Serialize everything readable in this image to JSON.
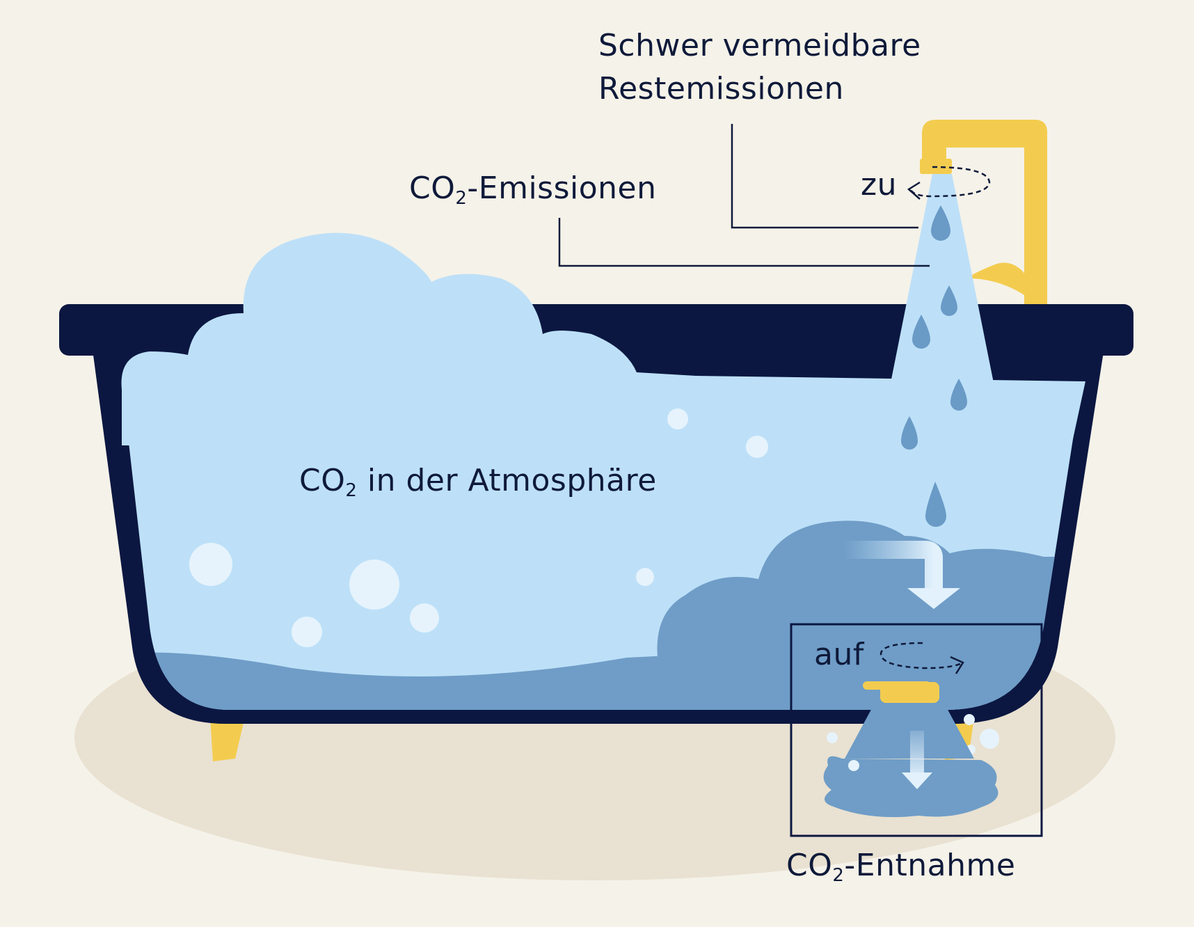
{
  "labels": {
    "restemissionen_line1": "Schwer vermeidbare",
    "restemissionen_line2": "Restemissionen",
    "emissionen_prefix": "CO",
    "emissionen_sub": "2",
    "emissionen_suffix": "-Emissionen",
    "tap_state": "zu",
    "atmosphaere_prefix": "CO",
    "atmosphaere_sub": "2",
    "atmosphaere_suffix": " in der Atmosphäre",
    "drain_state": "auf",
    "entnahme_prefix": "CO",
    "entnahme_sub": "2",
    "entnahme_suffix": "-Entnahme"
  },
  "colors": {
    "background": "#f5f2e9",
    "floor_shadow": "#e9e1d1",
    "tub": "#0b1741",
    "light_blue": "#bde0f8",
    "mid_blue": "#6f9dc7",
    "drop_blue": "#6a9ac6",
    "bubble": "#e6f3fc",
    "yellow": "#f3cc4f",
    "text": "#0f1a3a"
  },
  "icons": {
    "faucet": "faucet-icon",
    "drain": "drain-plug-icon",
    "rotate_tap": "rotate-arrow-icon",
    "rotate_drain": "rotate-arrow-icon",
    "flow_arrow": "down-arrow-icon"
  }
}
